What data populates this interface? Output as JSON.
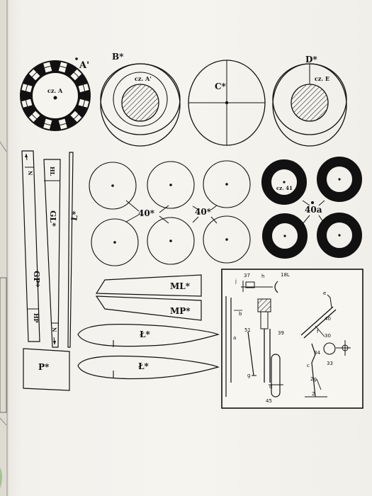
{
  "labels": {
    "a_prime": "A'",
    "cz_a": "cz. A",
    "b_star": "B*",
    "cz_a_prime": "cz. A'",
    "c_star": "C*",
    "d_star": "D*",
    "cz_e": "cz. E",
    "hl": "HL",
    "n_top": "N",
    "gl_star": "GL*",
    "l_star": "L*",
    "gp_star": "GP*",
    "hp": "HP",
    "n_bottom": "N",
    "forty_star_left": "40*",
    "forty_star_right": "40*",
    "cz_41": "cz. 41",
    "forty_a": "40a",
    "ml_star": "ML*",
    "mp_star": "MP*",
    "l_stroke_star_top": "Ł*",
    "l_stroke_star_bottom": "Ł*",
    "p_star": "P*"
  },
  "inset": {
    "n37": "37",
    "nh": "h",
    "n18l": "18L",
    "nj": "j",
    "nb": "b",
    "n51": "51",
    "na": "a",
    "n39": "39",
    "n40": "40",
    "ne": "e",
    "nf": "f",
    "n30": "30",
    "n34": "34",
    "n33": "33",
    "nc": "c",
    "ng": "g",
    "nd": "d",
    "n2g": "2g",
    "n2": "2",
    "n45": "45"
  },
  "colors": {
    "ink": "#111111",
    "paper": "#f6f4ef",
    "hatch": "#333333"
  }
}
